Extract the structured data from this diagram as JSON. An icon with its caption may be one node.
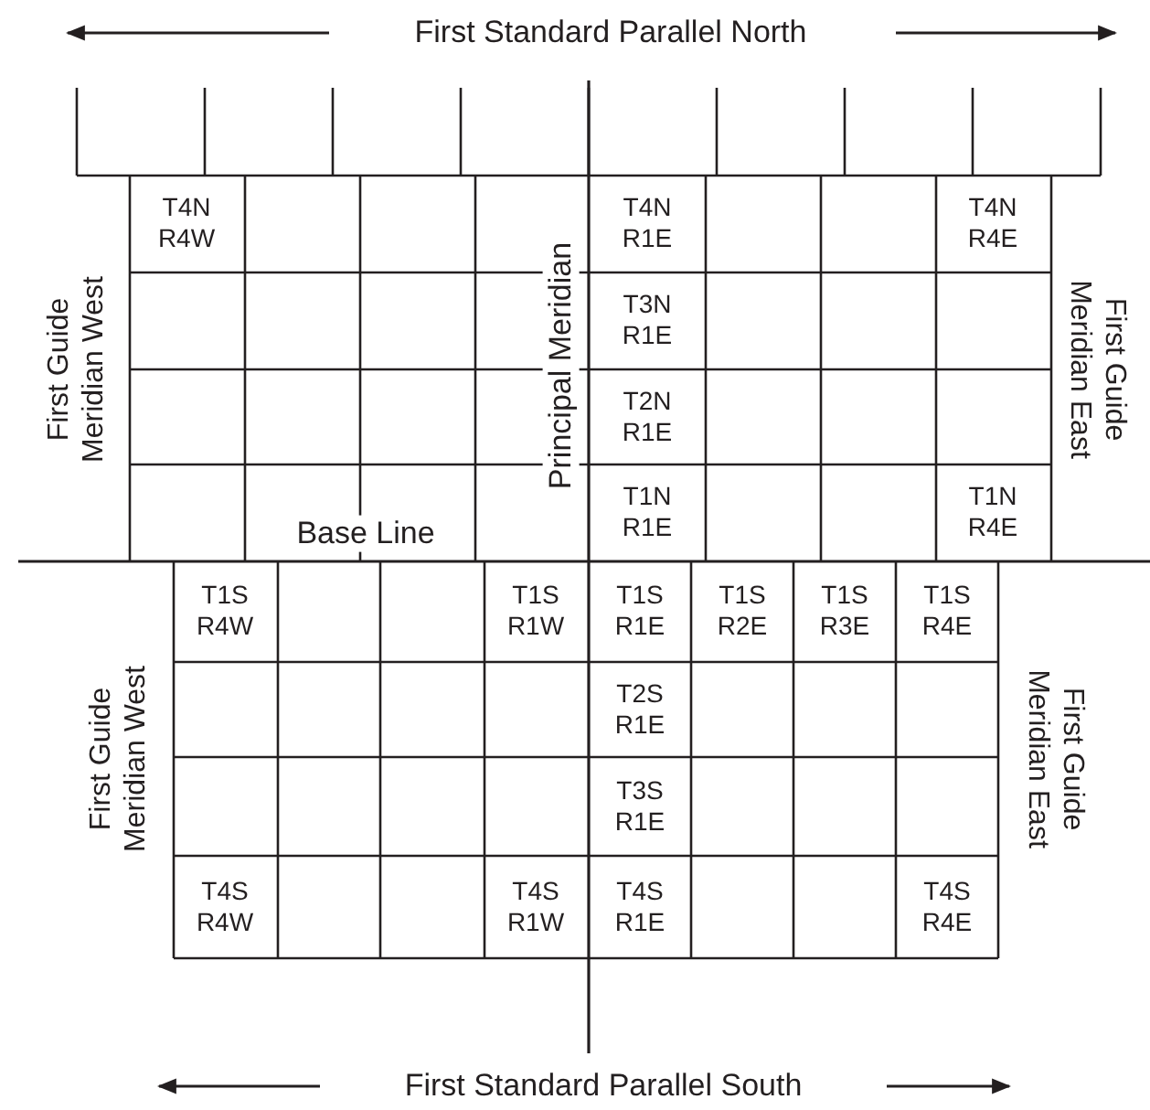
{
  "diagram": {
    "labels": [
      "First Standard Parallel North",
      "T4N R4W",
      "T4N R1E",
      "T4N R4E",
      "First Guide Meridian West",
      "Principal Meridian",
      "T3N R1E",
      "First Guide Meridian East",
      "T2N R1E",
      "Base Line",
      "T1N R1E",
      "T1N R4E",
      "T1S R4W",
      "T1S R1W",
      "T1S R1E",
      "T1S R2E",
      "T1S R3E",
      "T1S R4E",
      "First Guide Meridian West",
      "T2S R1E",
      "First Guide Meridian East",
      "T3S R1E",
      "T4S R4W",
      "T4S R1W",
      "T4S R1E",
      "T4S R4E",
      "First Standard Parallel South"
    ]
  }
}
